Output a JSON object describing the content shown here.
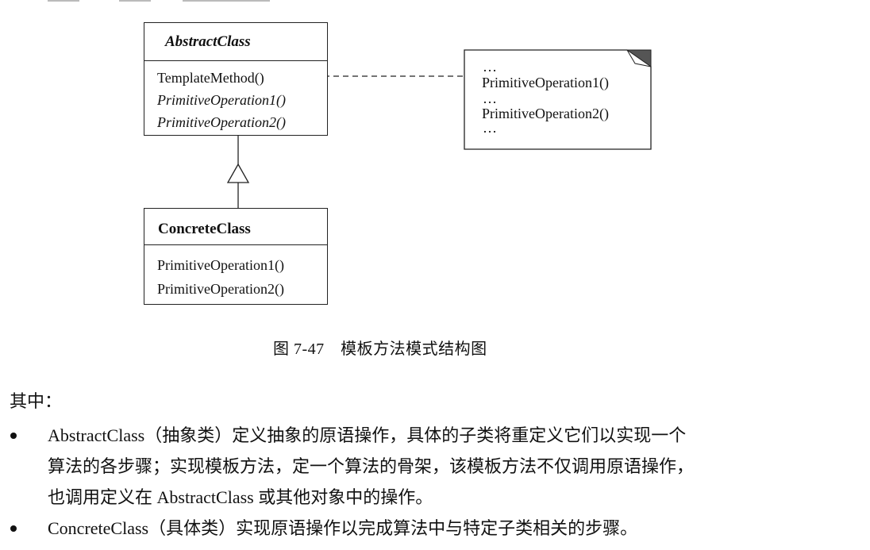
{
  "diagram": {
    "abstract_class": {
      "name": "AbstractClass",
      "operations": [
        "TemplateMethod()",
        "PrimitiveOperation1()",
        "PrimitiveOperation2()"
      ]
    },
    "concrete_class": {
      "name": "ConcreteClass",
      "operations": [
        "PrimitiveOperation1()",
        "PrimitiveOperation2()"
      ]
    },
    "note": {
      "lines": [
        "…",
        "PrimitiveOperation1()",
        "…",
        "PrimitiveOperation2()",
        "…"
      ]
    },
    "caption": "图 7-47　模板方法模式结构图"
  },
  "text": {
    "intro": "其中：",
    "bullets": [
      {
        "lines": [
          "AbstractClass（抽象类）定义抽象的原语操作，具体的子类将重定义它们以实现一个",
          "算法的各步骤；实现模板方法，定一个算法的骨架，该模板方法不仅调用原语操作，",
          "也调用定义在 AbstractClass 或其他对象中的操作。"
        ]
      },
      {
        "lines": [
          "ConcreteClass（具体类）实现原语操作以完成算法中与特定子类相关的步骤。"
        ]
      }
    ]
  }
}
